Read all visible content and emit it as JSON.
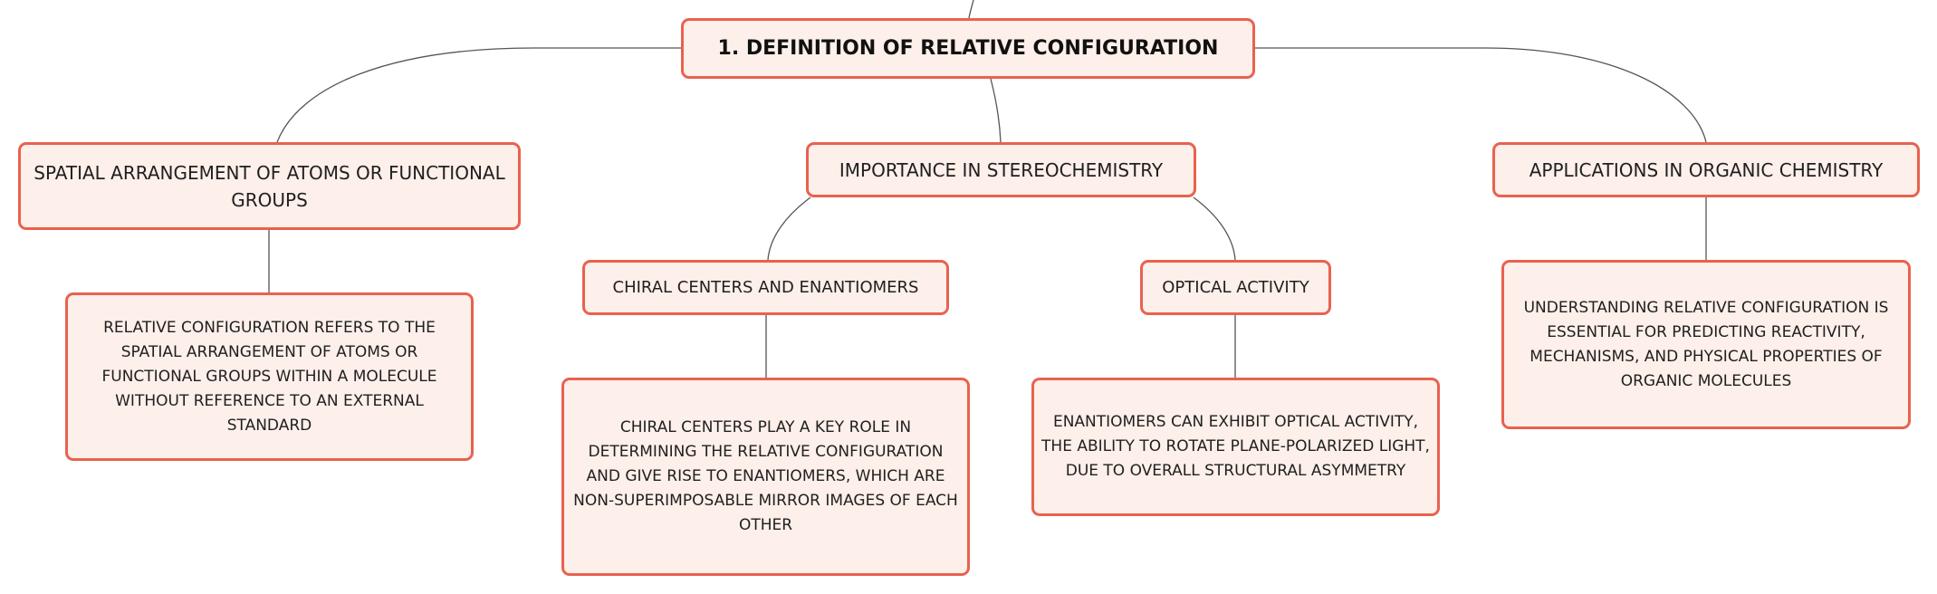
{
  "root": {
    "title": "1. DEFINITION OF RELATIVE CONFIGURATION"
  },
  "branches": {
    "spatial": {
      "label": "SPATIAL ARRANGEMENT OF ATOMS OR FUNCTIONAL GROUPS",
      "detail": "RELATIVE CONFIGURATION REFERS TO THE SPATIAL ARRANGEMENT OF ATOMS OR FUNCTIONAL GROUPS WITHIN A MOLECULE WITHOUT REFERENCE TO AN EXTERNAL STANDARD"
    },
    "importance": {
      "label": "IMPORTANCE IN STEREOCHEMISTRY",
      "chiral": {
        "label": "CHIRAL CENTERS AND ENANTIOMERS",
        "detail": "CHIRAL CENTERS PLAY A KEY ROLE IN DETERMINING THE RELATIVE CONFIGURATION AND GIVE RISE TO ENANTIOMERS, WHICH ARE NON-SUPERIMPOSABLE MIRROR IMAGES OF EACH OTHER"
      },
      "optical": {
        "label": "OPTICAL ACTIVITY",
        "detail": "ENANTIOMERS CAN EXHIBIT OPTICAL ACTIVITY, THE ABILITY TO ROTATE PLANE-POLARIZED LIGHT, DUE TO OVERALL STRUCTURAL ASYMMETRY"
      }
    },
    "applications": {
      "label": "APPLICATIONS IN ORGANIC CHEMISTRY",
      "detail": "UNDERSTANDING RELATIVE CONFIGURATION IS ESSENTIAL FOR PREDICTING REACTIVITY, MECHANISMS, AND PHYSICAL PROPERTIES OF ORGANIC MOLECULES"
    }
  },
  "colors": {
    "node_border": "#e8624f",
    "node_fill": "#fdefe9",
    "connector": "#555555"
  }
}
